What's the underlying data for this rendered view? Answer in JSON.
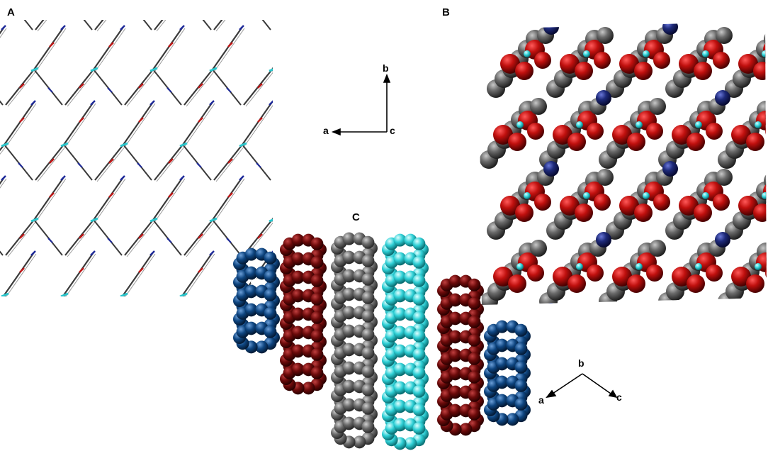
{
  "panels": {
    "a": {
      "label": "A"
    },
    "b": {
      "label": "B"
    },
    "c": {
      "label": "C"
    }
  },
  "axes_top": {
    "b": "b",
    "a": "a",
    "c": "c"
  },
  "axes_bottom": {
    "b": "b",
    "a": "a",
    "c": "c"
  },
  "colors": {
    "carbon": "#5f5f5f",
    "oxygen": "#b30f0f",
    "nitrogen": "#1e2a7a",
    "metal": "#35d6dc",
    "chain_blue": "#0e4580",
    "chain_darkred": "#6b0a0a",
    "chain_gray": "#6a6a6a",
    "chain_cyan": "#2fd0d6"
  }
}
